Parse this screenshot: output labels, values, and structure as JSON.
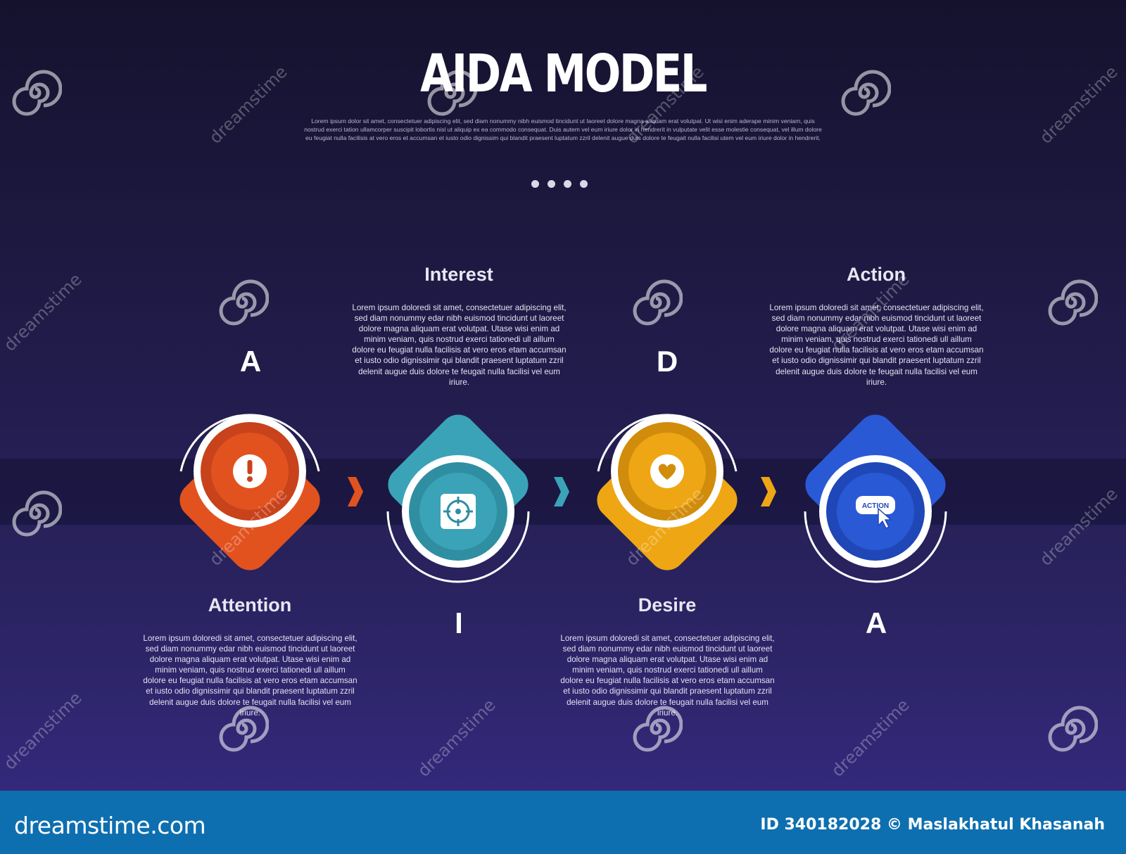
{
  "header": {
    "title": "AIDA MODEL",
    "intro": "Lorem ipsum dolor sit amet, consectetuer adipiscing elit, sed diam nonummy nibh euismod tincidunt ut laoreet dolore magna aliquam erat volutpat. Ut wisi enim aderape minim veniam, quis nostrud exerci tation ullamcorper suscipit lobortis nisl ut aliquip ex ea commodo consequat. Duis autem vel eum iriure dolor in hendrerit in vulputate velit esse molestie consequat, vel illum dolore eu feugiat nulla facilisis at vero eros et accumsan et iusto odio dignissim qui blandit praesent luptatum zzril delenit augue duis dolore te feugait nulla facilisi utem vel eum iriure dolor in hendrerit."
  },
  "stages": [
    {
      "letter": "A",
      "title": "Attention",
      "description": "Lorem ipsum doloredi sit amet, consectetuer adipiscing elit, sed diam nonummy edar nibh euismod tincidunt ut laoreet dolore magna aliquam erat volutpat. Utase wisi enim ad minim veniam, quis nostrud exerci tationedi ull aillum dolore eu feugiat nulla facilisis at vero eros etam accumsan et iusto odio dignissimir qui blandit praesent luptatum zzril delenit augue duis dolore te feugait nulla facilisi vel eum iriure.",
      "color": "#e2521f",
      "inner_color": "#c8421b",
      "icon": "exclamation-icon"
    },
    {
      "letter": "I",
      "title": "Interest",
      "description": "Lorem ipsum doloredi sit amet, consectetuer adipiscing elit, sed diam nonummy edar nibh euismod tincidunt ut laoreet dolore magna aliquam erat volutpat. Utase wisi enim ad minim veniam, quis nostrud exerci tationedi ull aillum dolore eu feugiat nulla facilisis at vero eros etam accumsan et iusto odio dignissimir qui blandit praesent luptatum zzril delenit augue duis dolore te feugait nulla facilisi vel eum iriure.",
      "color": "#3ba3b8",
      "inner_color": "#2f8ea2",
      "icon": "target-icon"
    },
    {
      "letter": "D",
      "title": "Desire",
      "description": "Lorem ipsum doloredi sit amet, consectetuer adipiscing elit, sed diam nonummy edar nibh euismod tincidunt ut laoreet dolore magna aliquam erat volutpat. Utase wisi enim ad minim veniam, quis nostrud exerci tationedi ull aillum dolore eu feugiat nulla facilisis at vero eros etam accumsan et iusto odio dignissimir qui blandit praesent luptatum zzril delenit augue duis dolore te feugait nulla facilisi vel eum iriure.",
      "color": "#efa614",
      "inner_color": "#d18c0c",
      "icon": "heart-icon"
    },
    {
      "letter": "A",
      "title": "Action",
      "description": "Lorem ipsum doloredi sit amet, consectetuer adipiscing elit, sed diam nonummy edar nibh euismod tincidunt ut laoreet dolore magna aliquam erat volutpat. Utase wisi enim ad minim veniam, quis nostrud exerci tationedi ull aillum dolore eu feugiat nulla facilisis at vero eros etam accumsan et iusto odio dignissimir qui blandit praesent luptatum zzril delenit augue duis dolore te feugait nulla facilisi vel eum iriure.",
      "color": "#2a59d6",
      "inner_color": "#1f47b8",
      "icon": "action-button-icon",
      "icon_label": "ACTION"
    }
  ],
  "watermark": {
    "text": "dreamstime",
    "site": "dreamstime.com",
    "credit": "ID 340182028 © Maslakhatul Khasanah"
  }
}
